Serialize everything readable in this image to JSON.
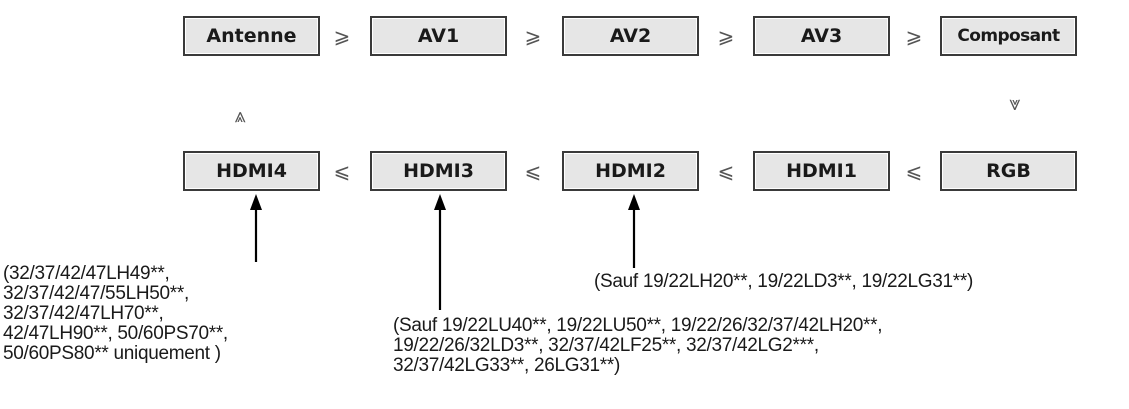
{
  "top_row": {
    "items": [
      {
        "label": "Antenne"
      },
      {
        "label": "AV1"
      },
      {
        "label": "AV2"
      },
      {
        "label": "AV3"
      },
      {
        "label": "Composant"
      }
    ],
    "separator": "⩾"
  },
  "bottom_row": {
    "items": [
      {
        "label": "HDMI4"
      },
      {
        "label": "HDMI3"
      },
      {
        "label": "HDMI2"
      },
      {
        "label": "HDMI1"
      },
      {
        "label": "RGB"
      }
    ],
    "separator": "⩽"
  },
  "connectors": {
    "up": "⩓",
    "down": "⩔"
  },
  "notes": {
    "hdmi4": {
      "lines": [
        "(32/37/42/47LH49**,",
        "32/37/42/47/55LH50**,",
        "32/37/42/47LH70**,",
        "42/47LH90**, 50/60PS70**,",
        "50/60PS80** uniquement )"
      ]
    },
    "hdmi3": {
      "lines": [
        "(Sauf 19/22LU40**, 19/22LU50**, 19/22/26/32/37/42LH20**,",
        "19/22/26/32LD3**, 32/37/42LF25**, 32/37/42LG2***,",
        "32/37/42LG33**, 26LG31**)"
      ]
    },
    "hdmi2": {
      "lines": [
        "(Sauf 19/22LH20**, 19/22LD3**, 19/22LG31**)"
      ]
    }
  },
  "colors": {
    "box_fill": "#e6e6e6",
    "box_border": "#3a3a3a",
    "arrow": "#000000"
  }
}
